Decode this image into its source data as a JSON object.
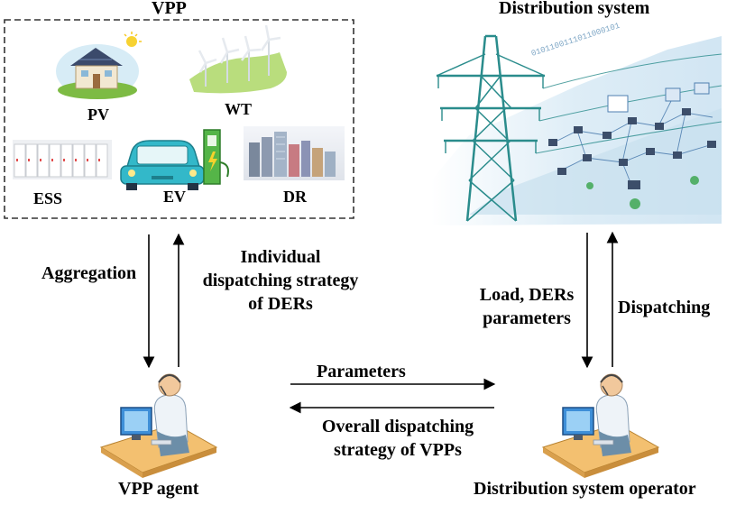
{
  "vpp_box": {
    "title": "VPP",
    "items": [
      {
        "name": "pv",
        "label": "PV"
      },
      {
        "name": "wt",
        "label": "WT"
      },
      {
        "name": "ess",
        "label": "ESS"
      },
      {
        "name": "ev",
        "label": "EV"
      },
      {
        "name": "dr",
        "label": "DR"
      }
    ]
  },
  "distribution": {
    "title": "Distribution system"
  },
  "agents": {
    "vpp_agent": "VPP agent",
    "dso": "Distribution system operator"
  },
  "arrows": {
    "aggregation": "Aggregation",
    "individual": [
      "Individual",
      "dispatching strategy",
      "of DERs"
    ],
    "load_params": [
      "Load, DERs",
      "parameters"
    ],
    "dispatching": "Dispatching",
    "parameters": "Parameters",
    "overall": [
      "Overall dispatching",
      "strategy of VPPs"
    ]
  },
  "digit_stream": "0101100111011000101"
}
